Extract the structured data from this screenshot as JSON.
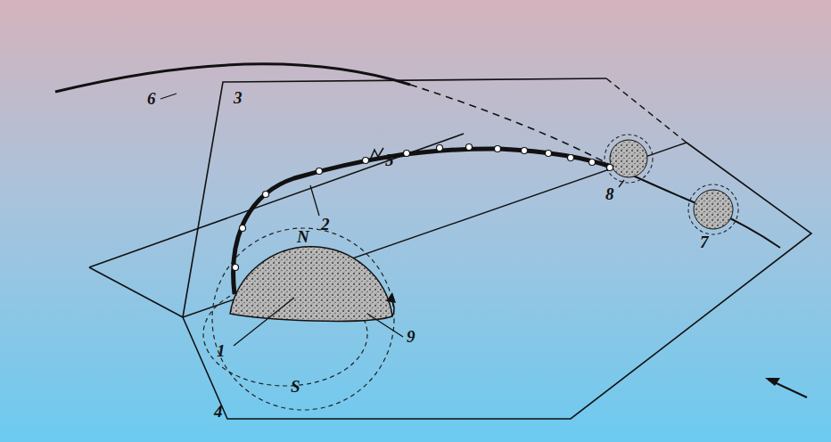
{
  "diagram": {
    "labels": [
      "6",
      "3",
      "2",
      "N",
      "5",
      "8",
      "7",
      "1",
      "9",
      "S",
      "4"
    ]
  }
}
